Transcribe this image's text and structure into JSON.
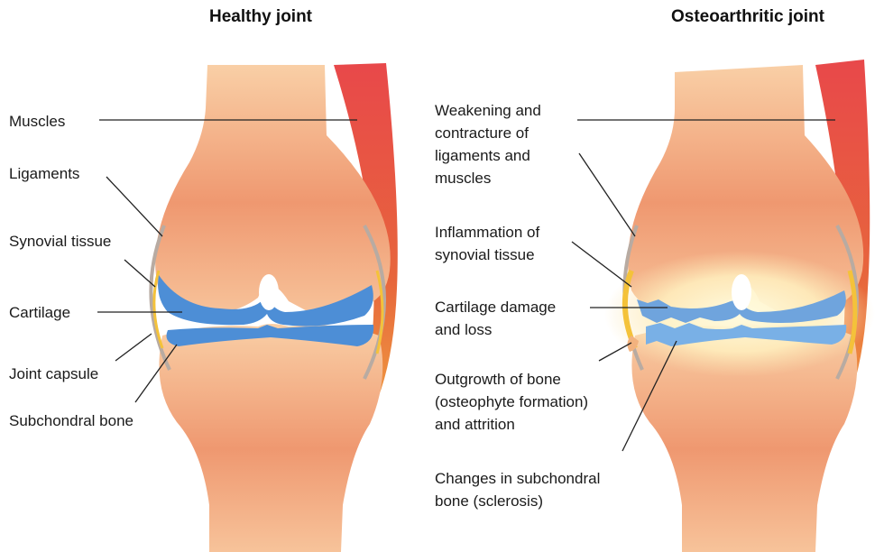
{
  "healthy": {
    "title": "Healthy joint",
    "labels": {
      "muscles": "Muscles",
      "ligaments": "Ligaments",
      "synovial_tissue": "Synovial tissue",
      "cartilage": "Cartilage",
      "joint_capsule": "Joint capsule",
      "subchondral_bone": "Subchondral bone"
    }
  },
  "osteoarthritic": {
    "title": "Osteoarthritic joint",
    "labels": {
      "weakening": [
        "Weakening and",
        "contracture of",
        "ligaments and",
        "muscles"
      ],
      "inflammation": [
        "Inflammation of",
        "synovial tissue"
      ],
      "cartilage_damage": [
        "Cartilage damage",
        "and loss"
      ],
      "outgrowth": [
        "Outgrowth of bone",
        "(osteophyte formation)",
        "and attrition"
      ],
      "subchondral_changes": [
        "Changes in subchondral",
        "bone (sclerosis)"
      ]
    }
  },
  "colors": {
    "bone_light": "#f8c9a0",
    "bone_dark": "#ef9a72",
    "muscle": "#e24a44",
    "cartilage": "#4d8ed6",
    "capsule": "#b9aca2",
    "synovium": "#f5c23a",
    "inflamed_glow": "#fff6c8"
  }
}
